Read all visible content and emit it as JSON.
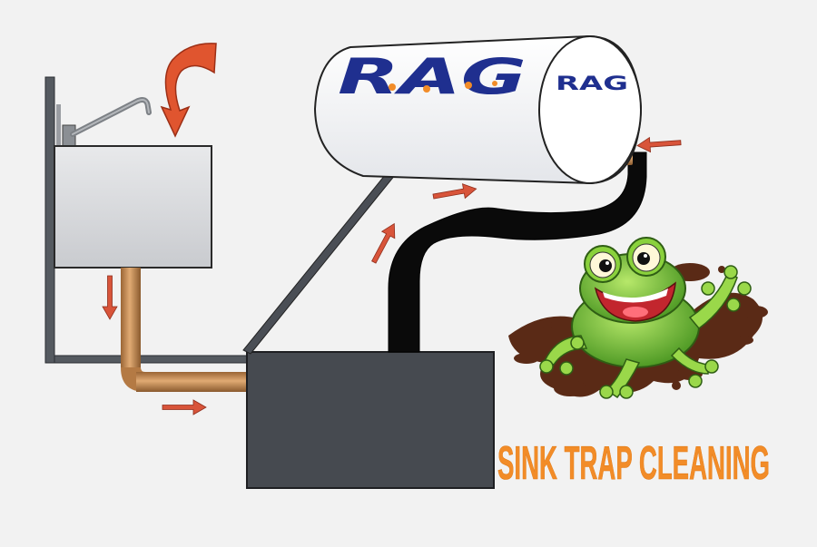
{
  "tank": {
    "logo_large": "RAG",
    "logo_small": "RAG"
  },
  "caption": "SINK TRAP CLEANING",
  "colors": {
    "arrow": "#d8543a",
    "curved_arrow": "#e0552f",
    "pipe": "#c48a52",
    "hose": "#0a0a0a",
    "trap_box": "#464a50",
    "sink": "#d3d5d8",
    "logo_blue": "#1f2f8f",
    "caption": "#f28c28",
    "frog": "#73c23a",
    "mud": "#5a2a16"
  },
  "icons": [
    "curved-arrow-icon",
    "faucet-icon",
    "flow-arrow-icon",
    "frog-mascot-icon"
  ]
}
